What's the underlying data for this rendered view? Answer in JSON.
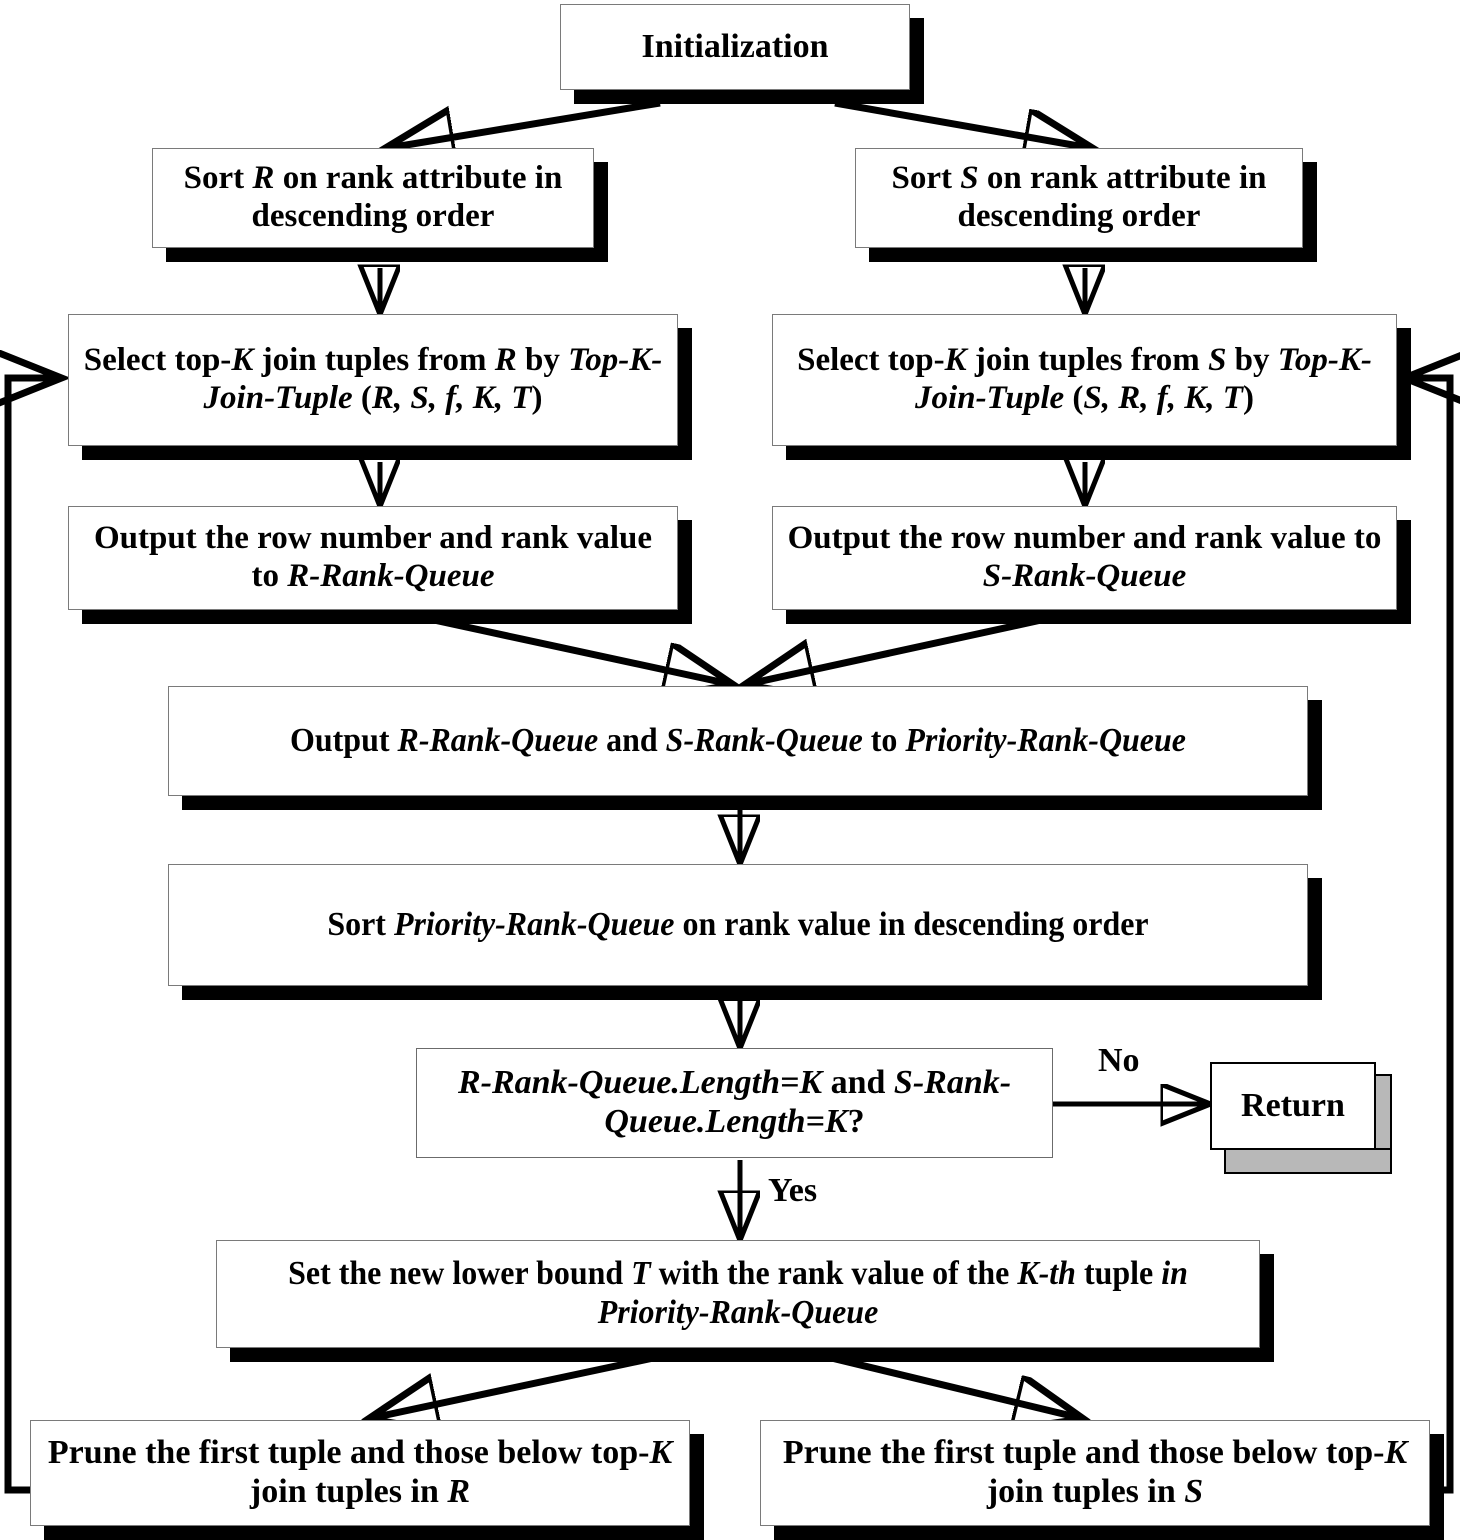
{
  "diagram": {
    "title": "Top-K join algorithm flowchart",
    "nodes": {
      "initialization": "Initialization",
      "sort_r": "Sort <i>R</i> on rank attribute in descending order",
      "sort_s": "Sort <i>S</i> on rank attribute in descending order",
      "select_r": "Select top-<i>K</i> join tuples from <i>R</i> by <i>Top-K-Join-Tuple</i> (<i>R, S, f, K, T</i>)",
      "select_s": "Select top-<i>K</i> join tuples from <i>S</i> by <i>Top-K-Join-Tuple</i> (<i>S, R, f, K, T</i>)",
      "output_r": "Output the row number and rank value to <i>R-Rank-Queue</i>",
      "output_s": "Output the row number and rank value to <i>S-Rank-Queue</i>",
      "output_priority": "Output <i>R-Rank-Queue</i> and <i>S-Rank-Queue</i> to <i>Priority-Rank-Queue</i>",
      "sort_priority": "Sort <i>Priority-Rank-Queue</i> on rank value in descending order",
      "decision": "<i>R-Rank-Queue.Length=K</i> and <i>S-Rank-Queue.Length=K</i>?",
      "return": "Return",
      "set_bound": "Set the new lower bound <i>T</i> with the rank value of the <i>K-th</i> tuple <i>in Priority-Rank-Queue</i>",
      "prune_r": "Prune the first tuple and those below top-<i>K</i> join tuples in <i>R</i>",
      "prune_s": "Prune the first tuple and those below top-<i>K</i> join tuples in <i>S</i>"
    },
    "edge_labels": {
      "no": "No",
      "yes": "Yes"
    },
    "colors": {
      "stroke": "#000000",
      "box_border": "#7a7a7a",
      "box_fill": "#ffffff",
      "shadow": "#000000",
      "bevel": "#b8b8b8"
    }
  }
}
